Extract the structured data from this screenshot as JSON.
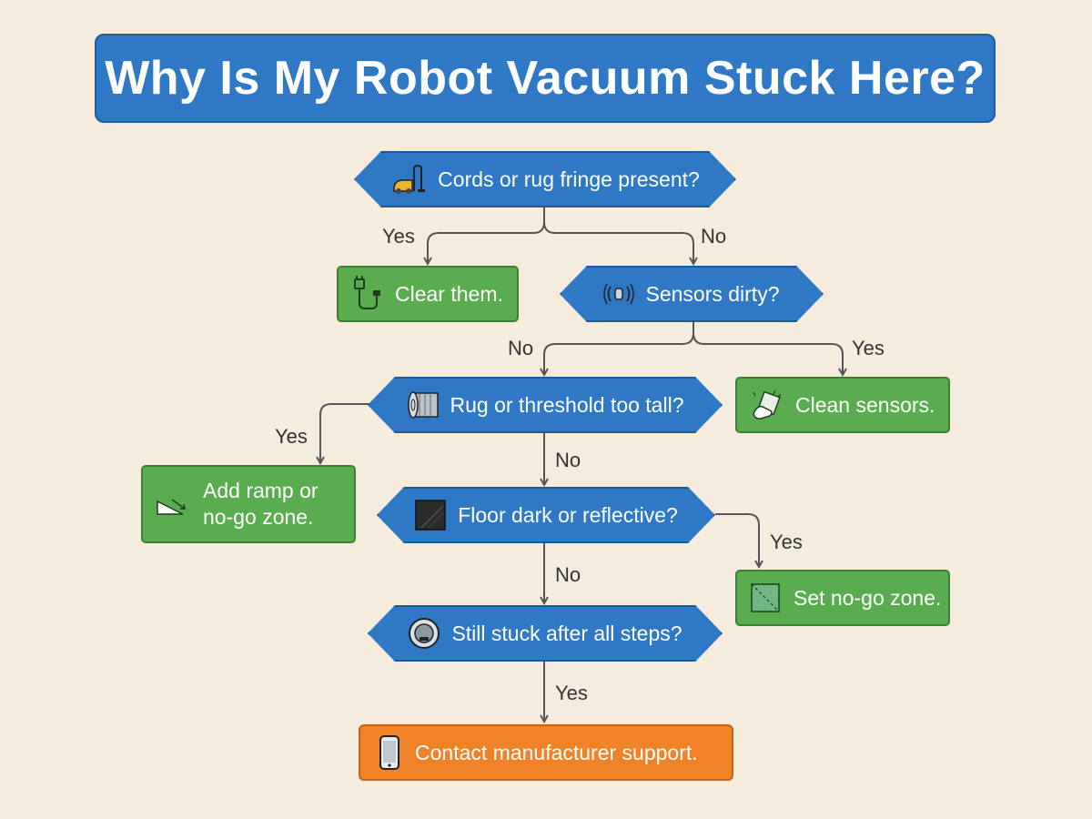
{
  "title": "Why Is My Robot Vacuum Stuck Here?",
  "colors": {
    "decision": "#2f78c6",
    "action": "#5aad4e",
    "final": "#f08228",
    "background": "#f5ecdd",
    "connector": "#555555"
  },
  "nodes": {
    "q_cords": {
      "text": "Cords or rug fringe present?",
      "icon": "vacuum-icon"
    },
    "a_clear": {
      "text": "Clear them.",
      "icon": "cable-plug-icon"
    },
    "q_sensors": {
      "text": "Sensors dirty?",
      "icon": "sensor-waves-icon"
    },
    "q_rug": {
      "text": "Rug or threshold too tall?",
      "icon": "rolled-rug-icon"
    },
    "a_clean": {
      "text": "Clean sensors.",
      "icon": "wiping-hand-icon"
    },
    "a_ramp": {
      "line1": "Add ramp or",
      "line2": "no-go zone.",
      "icon": "ramp-icon"
    },
    "q_floor": {
      "text": "Floor dark or reflective?",
      "icon": "dark-tile-icon"
    },
    "a_nogo": {
      "text": "Set no-go zone.",
      "icon": "no-go-zone-icon"
    },
    "q_still": {
      "text": "Still stuck after all steps?",
      "icon": "robot-vacuum-icon"
    },
    "f_contact": {
      "text": "Contact manufacturer support.",
      "icon": "phone-icon"
    }
  },
  "edges": {
    "cords_yes": "Yes",
    "cords_no": "No",
    "sensors_no": "No",
    "sensors_yes": "Yes",
    "rug_yes": "Yes",
    "rug_no": "No",
    "floor_yes": "Yes",
    "floor_no": "No",
    "still_yes": "Yes"
  }
}
